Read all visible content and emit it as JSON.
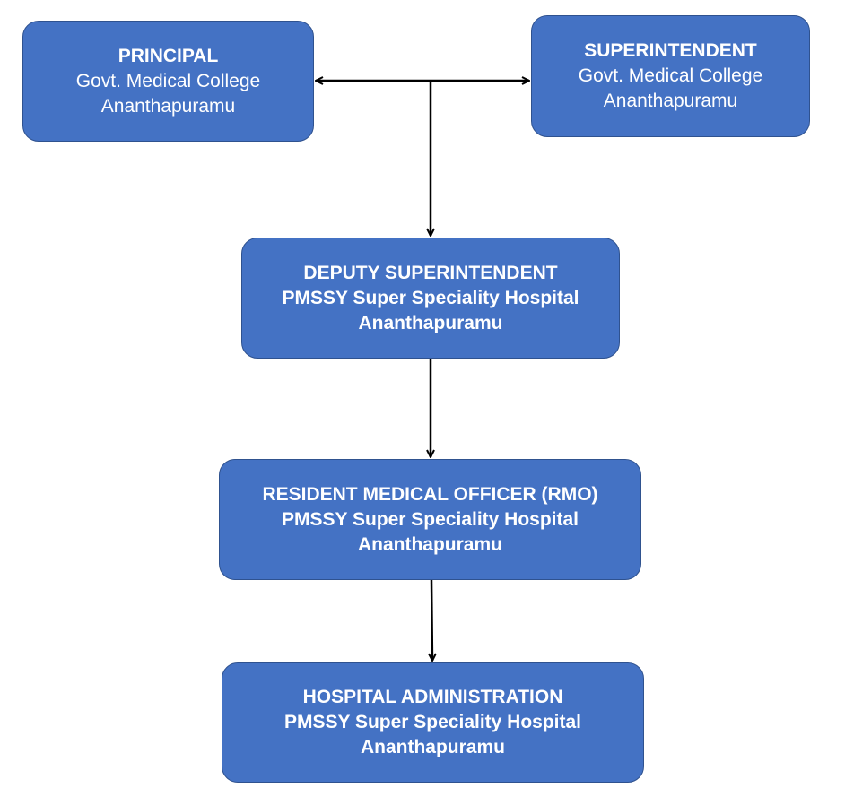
{
  "nodes": {
    "principal": {
      "title": "PRINCIPAL",
      "line1": "Govt. Medical College",
      "line2": "Ananthapuramu"
    },
    "superintendent": {
      "title": "SUPERINTENDENT",
      "line1": "Govt. Medical College",
      "line2": "Ananthapuramu"
    },
    "deputy_superintendent": {
      "title": "DEPUTY SUPERINTENDENT",
      "line1": "PMSSY Super Speciality Hospital",
      "line2": "Ananthapuramu"
    },
    "rmo": {
      "title": "RESIDENT MEDICAL OFFICER (RMO)",
      "line1": "PMSSY Super Speciality Hospital",
      "line2": "Ananthapuramu"
    },
    "hospital_administration": {
      "title": "HOSPITAL ADMINISTRATION",
      "line1": "PMSSY Super Speciality Hospital",
      "line2": "Ananthapuramu"
    }
  },
  "edges": [
    {
      "from": "principal",
      "to": "superintendent",
      "type": "bidirectional"
    },
    {
      "from": "principal-superintendent-link",
      "to": "deputy_superintendent",
      "type": "arrow"
    },
    {
      "from": "deputy_superintendent",
      "to": "rmo",
      "type": "arrow"
    },
    {
      "from": "rmo",
      "to": "hospital_administration",
      "type": "arrow"
    }
  ],
  "colors": {
    "box_fill": "#4472c4",
    "box_border": "#2f528f",
    "text": "#ffffff",
    "connector": "#000000"
  }
}
